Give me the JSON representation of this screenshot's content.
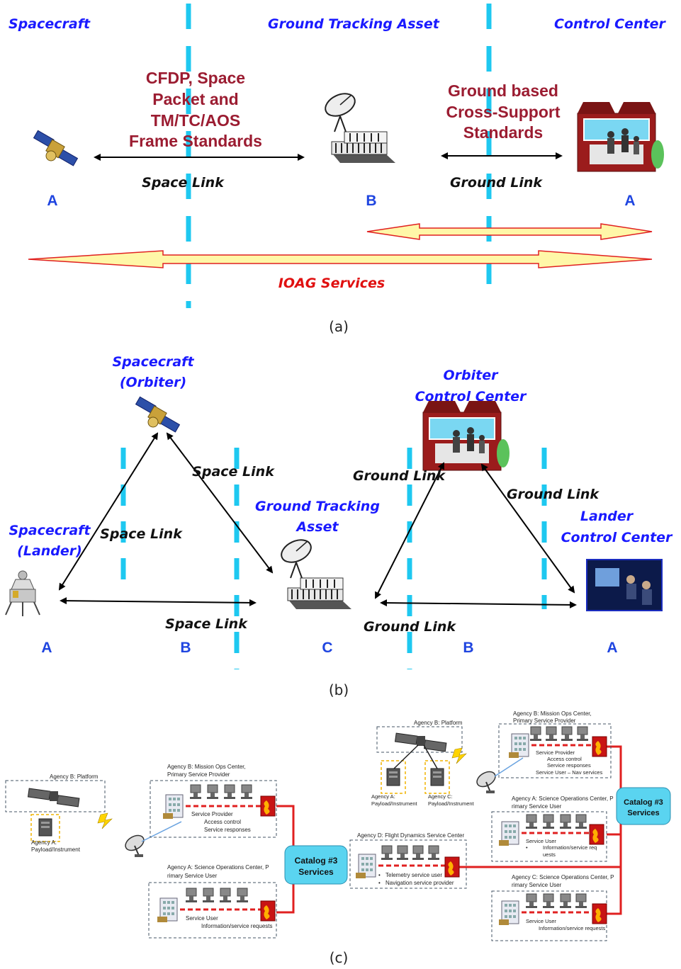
{
  "panel_a": {
    "headers": [
      "Spacecraft",
      "Ground Tracking Asset",
      "Control Center"
    ],
    "space_standards": [
      "CFDP, Space",
      "Packet and",
      "TM/TC/AOS",
      "Frame Standards"
    ],
    "ground_standards": [
      "Ground based",
      "Cross-Support",
      "Standards"
    ],
    "space_link": "Space Link",
    "ground_link": "Ground Link",
    "letters": [
      "A",
      "B",
      "A"
    ],
    "ioag": "IOAG Services",
    "caption": "(a)"
  },
  "panel_b": {
    "orbiter": [
      "Spacecraft",
      "(Orbiter)"
    ],
    "lander": [
      "Spacecraft",
      "(Lander)"
    ],
    "gta": [
      "Ground Tracking",
      "Asset"
    ],
    "occ": [
      "Orbiter",
      "Control Center"
    ],
    "lcc": [
      "Lander",
      "Control Center"
    ],
    "space_link_labels": [
      "Space Link",
      "Space Link",
      "Space Link"
    ],
    "ground_link_labels": [
      "Ground Link",
      "Ground Link",
      "Ground Link"
    ],
    "letters": [
      "A",
      "B",
      "C",
      "B",
      "A"
    ],
    "caption": "(b)"
  },
  "panel_c": {
    "left": {
      "platform": "Agency B:  Platform",
      "payload": [
        "Agency A:",
        "Payload/Instrument"
      ],
      "mission": [
        "Agency B:  Mission Ops Center,",
        "Primary Service Provider"
      ],
      "mission_sub": [
        "Service Provider",
        "Access control",
        "Service responses"
      ],
      "science": [
        "Agency A:  Science Operations Center, P",
        "rimary Service User"
      ],
      "science_sub": [
        "Service User",
        "Information/service requests"
      ],
      "catalog": [
        "Catalog #3",
        "Services"
      ]
    },
    "flight": {
      "title": "Agency D:  Flight Dynamics Service Center",
      "items": [
        "Telemetry service user",
        "Navigation service provider"
      ]
    },
    "right": {
      "platform": "Agency B:  Platform",
      "payload_a": [
        "Agency A:",
        "Payload/Instrument"
      ],
      "payload_c": [
        "Agency C:",
        "Payload/Instrument"
      ],
      "mission": [
        "Agency B:  Mission Ops Center,",
        "Primary Service Provider"
      ],
      "mission_sub": [
        "Service Provider",
        "Access control",
        "Service responses",
        "Service User – Nav services"
      ],
      "sci_a": [
        "Agency A:  Science Operations Center, P",
        "rimary Service User"
      ],
      "sci_a_sub": [
        "Service User",
        "Information/service req",
        "uests"
      ],
      "sci_c": [
        "Agency C:  Science Operations Center, P",
        "rimary Service User"
      ],
      "sci_c_sub": [
        "Service User",
        "Information/service requests"
      ],
      "catalog": [
        "Catalog #3",
        "Services"
      ]
    },
    "caption": "(c)"
  },
  "colors": {
    "blue_label": "#1a1aff",
    "maroon": "#9b1c31",
    "divider": "#1ec8f0",
    "ioag_fill": "#fff7a8",
    "ioag_stroke": "#e02020",
    "catalog_fill": "#5ad4f0",
    "link_red": "#e02020"
  },
  "icons": [
    "satellite-icon",
    "ground-station-icon",
    "control-center-icon",
    "lander-icon",
    "computer-room-icon",
    "firewall-icon",
    "server-icon",
    "workstation-icon",
    "building-icon",
    "dish-antenna-icon",
    "lightning-icon"
  ]
}
